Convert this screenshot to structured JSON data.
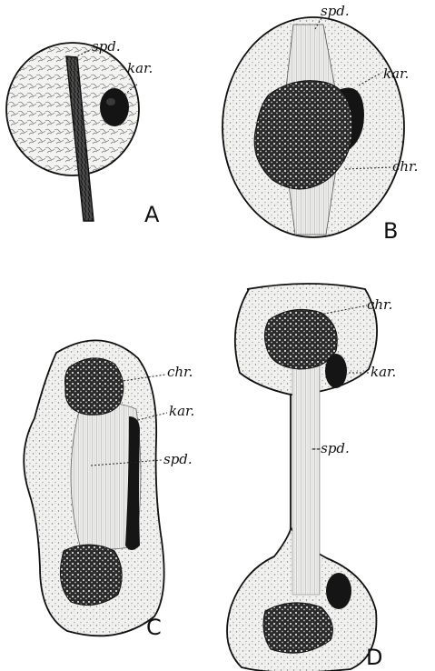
{
  "panels": {
    "A": {
      "letter": "A",
      "spd": "spd.",
      "kar": "kar."
    },
    "B": {
      "letter": "B",
      "spd": "spd.",
      "kar": "kar.",
      "chr": "chr."
    },
    "C": {
      "letter": "C",
      "chr": "chr.",
      "kar": "kar.",
      "spd": "spd."
    },
    "D": {
      "letter": "D",
      "chr": "chr.",
      "kar": "kar.",
      "spd": "--spd."
    }
  }
}
